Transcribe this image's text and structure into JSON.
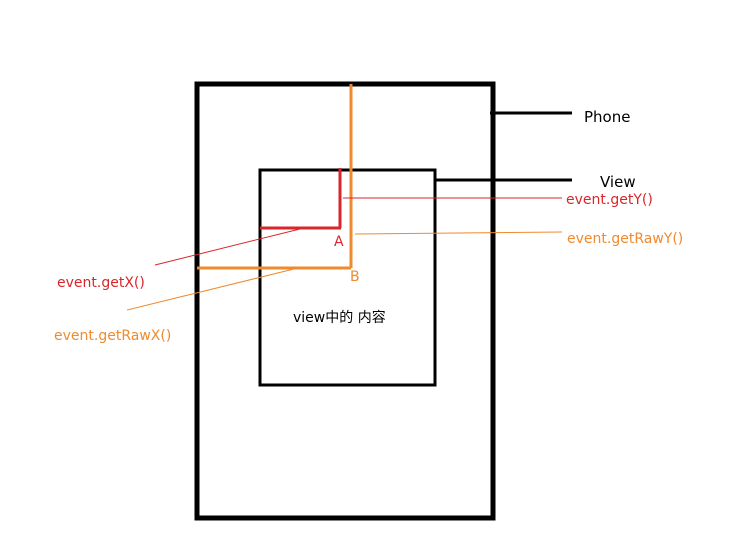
{
  "colors": {
    "phone": "#000000",
    "view": "#000000",
    "red": "#d9262a",
    "orange": "#ef8a2e",
    "text": "#000000"
  },
  "labels": {
    "phone": "Phone",
    "view": "View",
    "get_y": "event.getY()",
    "get_raw_y": "event.getRawY()",
    "get_x": "event.getX()",
    "get_raw_x": "event.getRawX()",
    "point_a": "A",
    "point_b": "B",
    "view_content": "view中的 内容"
  }
}
